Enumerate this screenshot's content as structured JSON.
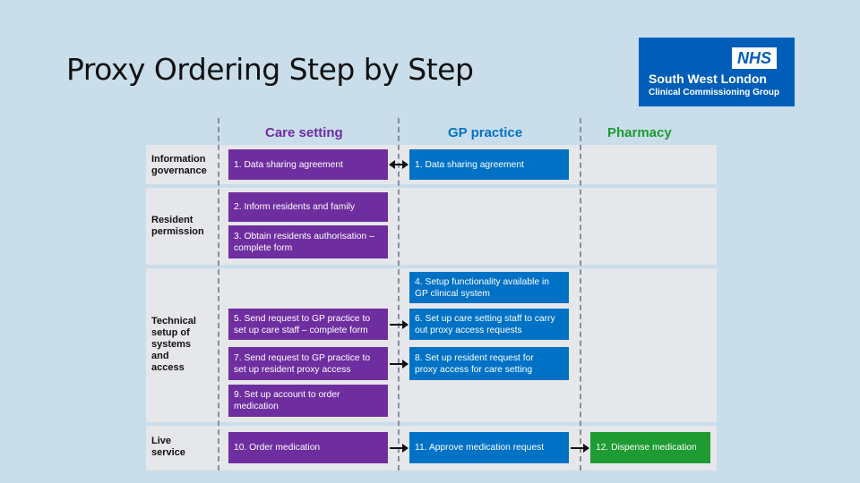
{
  "title": "Proxy Ordering Step by Step",
  "logo": {
    "badge": "NHS",
    "line1": "South West London",
    "line2": "Clinical Commissioning Group"
  },
  "colors": {
    "purple": "#6e2ea0",
    "blue": "#0072c6",
    "green": "#1e9b32",
    "background": "#c9ddeb"
  },
  "columns": {
    "care": "Care setting",
    "gp": "GP practice",
    "pharmacy": "Pharmacy"
  },
  "rows": {
    "info": "Information\ngovernance",
    "resident": "Resident\npermission",
    "technical": "Technical\nsetup of\nsystems\nand\naccess",
    "live": "Live\nservice"
  },
  "steps": {
    "s1a": "1. Data sharing agreement",
    "s1b": "1. Data sharing agreement",
    "s2": "2. Inform residents and family",
    "s3": "3. Obtain residents authorisation –\n    complete form",
    "s4": "4. Setup functionality available in\n    GP clinical system",
    "s5": "5. Send request to GP practice to\n    set up care staff – complete form",
    "s6": "6. Set up care setting staff to carry\n    out proxy access requests",
    "s7": "7. Send request to GP practice to\n    set up resident proxy access",
    "s8": "8. Set up resident request for\n    proxy access for care setting",
    "s9": "9. Set up account to order\n    medication",
    "s10": "10. Order medication",
    "s11": "11. Approve medication request",
    "s12": "12. Dispense medication"
  }
}
